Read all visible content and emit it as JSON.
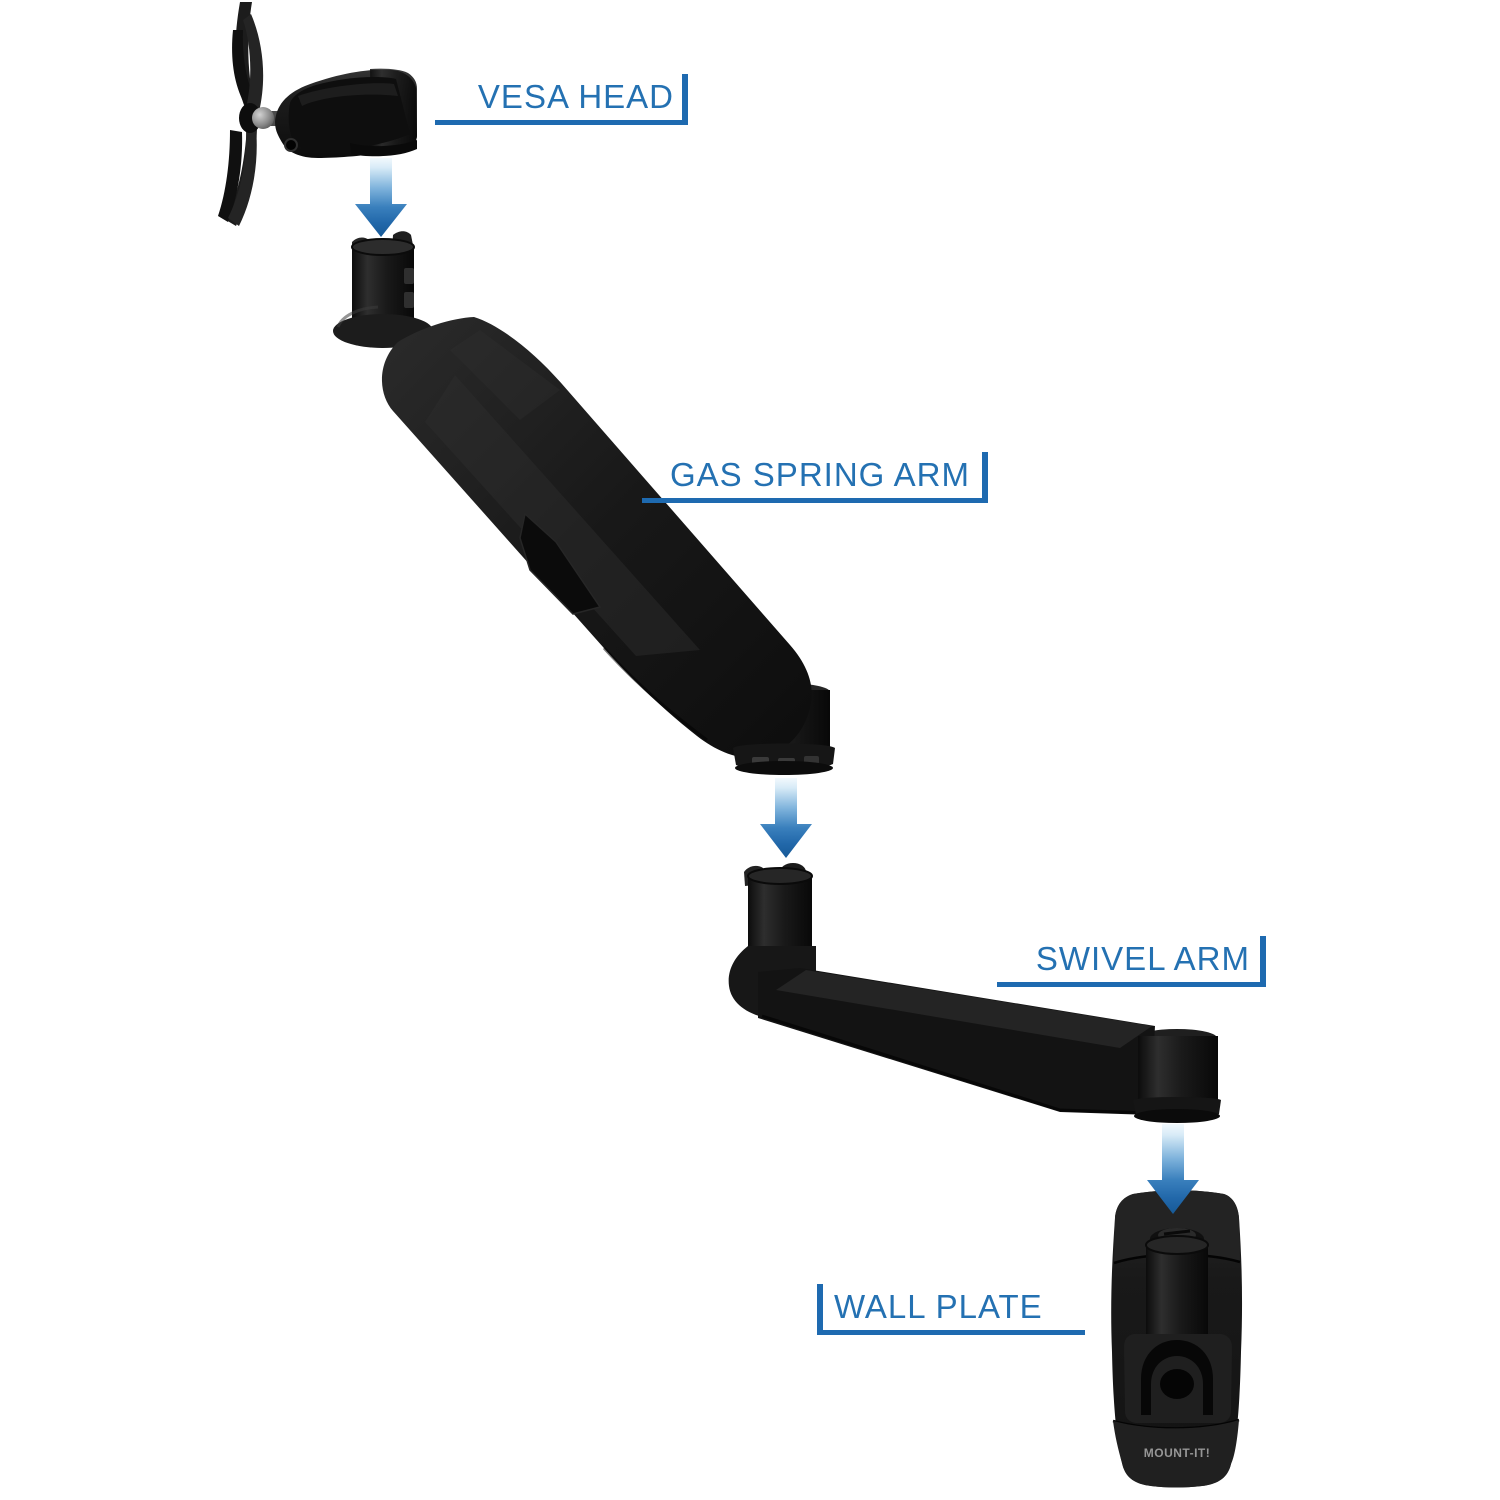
{
  "diagram": {
    "background_color": "#ffffff",
    "label_text_color": "#2471b2",
    "label_rule_color": "#1e6ab0",
    "part_color": "#161616",
    "arrow_gradient_top": "#f2f9fd",
    "arrow_gradient_bottom": "#175a97",
    "arrows": {
      "direction": "down",
      "count": 3
    },
    "labels": {
      "vesa_head": "VESA HEAD",
      "gas_spring_arm": "GAS SPRING ARM",
      "swivel_arm": "SWIVEL ARM",
      "wall_plate": "WALL PLATE"
    },
    "brand": {
      "logo_text": "MOUNT-IT!"
    }
  }
}
